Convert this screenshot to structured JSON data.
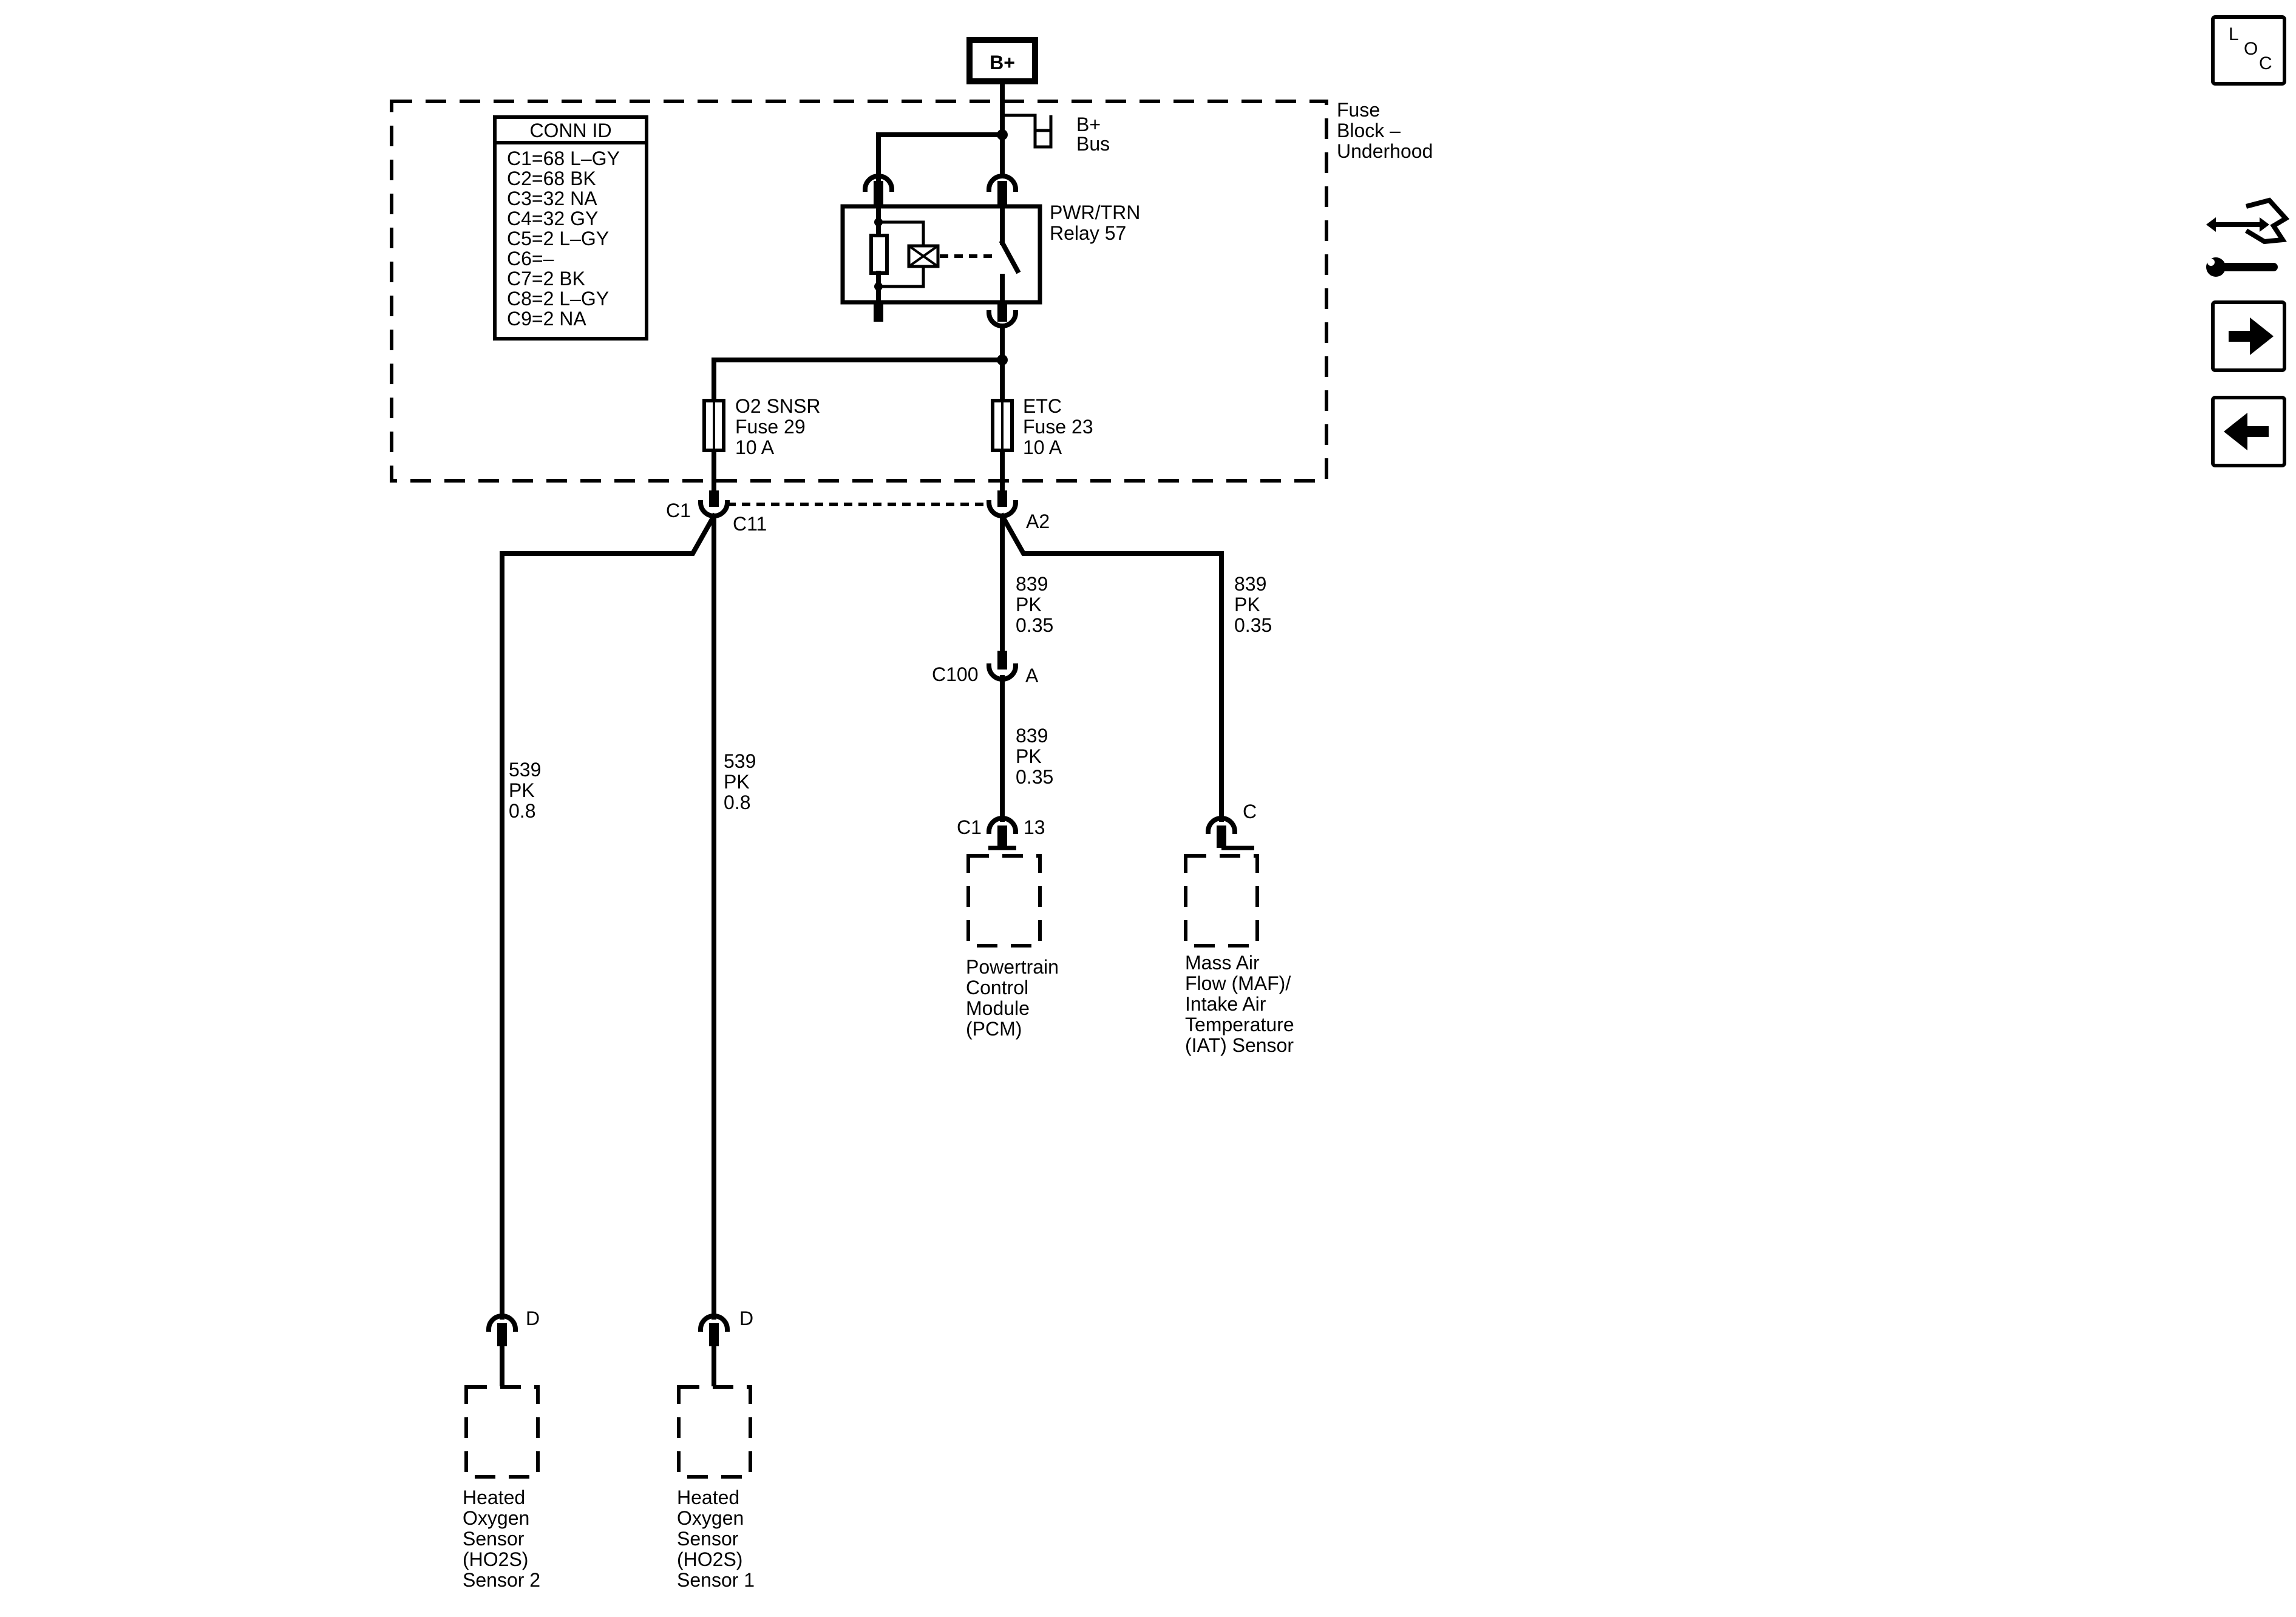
{
  "power": {
    "source": "B+",
    "bus_line1": "B+",
    "bus_line2": "Bus"
  },
  "fuse_block": {
    "line1": "Fuse",
    "line2": "Block –",
    "line3": "Underhood"
  },
  "conn_id": {
    "title": "CONN ID",
    "rows": [
      "C1=68 L–GY",
      "C2=68 BK",
      "C3=32 NA",
      "C4=32 GY",
      "C5=2 L–GY",
      "C6=–",
      "C7=2 BK",
      "C8=2 L–GY",
      "C9=2 NA"
    ]
  },
  "relay": {
    "line1": "PWR/TRN",
    "line2": "Relay 57"
  },
  "fuses": {
    "o2": {
      "line1": "O2 SNSR",
      "line2": "Fuse 29",
      "line3": "10 A"
    },
    "etc": {
      "line1": "ETC",
      "line2": "Fuse 23",
      "line3": "10 A"
    }
  },
  "connectors": {
    "c1_left": "C1",
    "c11": "C11",
    "a2": "A2",
    "c100": "C100",
    "c100_pin": "A",
    "pcm_conn": "C1",
    "pcm_pin": "13",
    "maf_pin": "C",
    "ho2s2_pin": "D",
    "ho2s1_pin": "D"
  },
  "wires": {
    "w839_a": {
      "circuit": "839",
      "color": "PK",
      "size": "0.35"
    },
    "w839_b": {
      "circuit": "839",
      "color": "PK",
      "size": "0.35"
    },
    "w839_c": {
      "circuit": "839",
      "color": "PK",
      "size": "0.35"
    },
    "w539_a": {
      "circuit": "539",
      "color": "PK",
      "size": "0.8"
    },
    "w539_b": {
      "circuit": "539",
      "color": "PK",
      "size": "0.8"
    }
  },
  "components": {
    "pcm": [
      "Powertrain",
      "Control",
      "Module",
      "(PCM)"
    ],
    "maf": [
      "Mass Air",
      "Flow (MAF)/",
      "Intake Air",
      "Temperature",
      "(IAT) Sensor"
    ],
    "ho2s2": [
      "Heated",
      "Oxygen",
      "Sensor",
      "(HO2S)",
      "Sensor 2"
    ],
    "ho2s1": [
      "Heated",
      "Oxygen",
      "Sensor",
      "(HO2S)",
      "Sensor 1"
    ]
  },
  "toolbar": {
    "loc_l": "L",
    "loc_o": "O",
    "loc_c": "C",
    "items": [
      "loc",
      "diagnostic-tool",
      "next",
      "previous"
    ]
  },
  "icons": [
    "loc-icon",
    "diagnostic-tool-icon",
    "arrow-right-icon",
    "arrow-left-icon"
  ]
}
